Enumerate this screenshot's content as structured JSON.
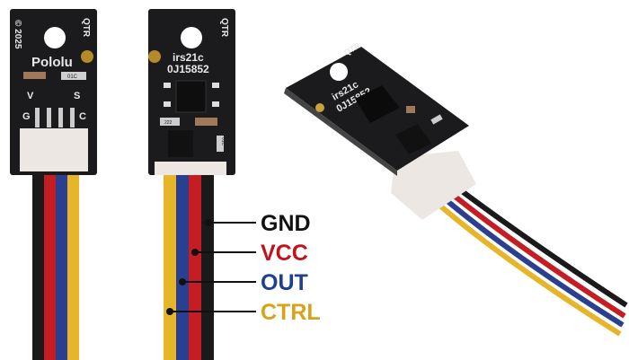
{
  "board_front": {
    "copyright": "© 2025",
    "brand": "Pololu",
    "model_tag": "QTR",
    "pins": [
      "V",
      "S",
      "G",
      "C"
    ],
    "resistor_code": "01C"
  },
  "board_back": {
    "model_tag": "QTR",
    "part_name": "irs21c",
    "serial": "0J15852",
    "resistor_code_1": "222",
    "resistor_code_2": "01C"
  },
  "board_angled": {
    "model_tag": "QTR",
    "part_name": "irs21c",
    "serial": "0J15852"
  },
  "wire_labels": [
    {
      "text": "GND",
      "color": "#111111"
    },
    {
      "text": "VCC",
      "color": "#c0141c"
    },
    {
      "text": "OUT",
      "color": "#1f3f8f"
    },
    {
      "text": "CTRL",
      "color": "#d9a21b"
    }
  ]
}
